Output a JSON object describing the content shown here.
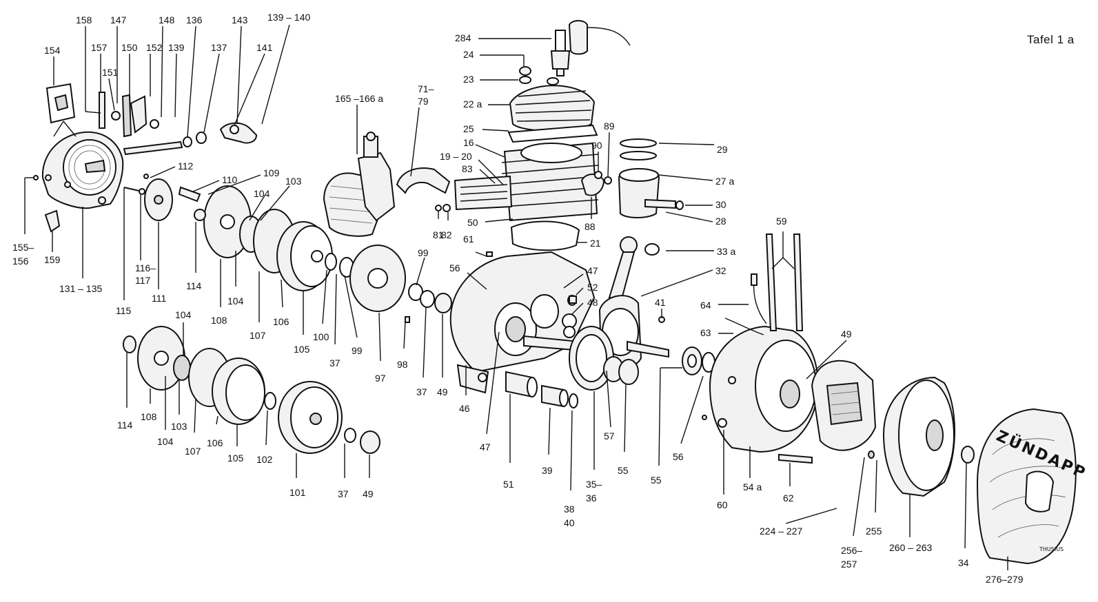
{
  "plate_title": "Tafel 1 a",
  "brand_mark": "ZÜNDAPP",
  "signature": "THUSIUS",
  "labels": [
    "154",
    "158",
    "157",
    "147",
    "151",
    "150",
    "152",
    "148",
    "139",
    "136",
    "143",
    "137",
    "141",
    "139 – 140",
    "112",
    "110",
    "109",
    "104",
    "103",
    "115",
    "116–\n117",
    "111",
    "114",
    "108",
    "104",
    "107",
    "106",
    "105",
    "100",
    "37",
    "99",
    "97",
    "98",
    "99",
    "37",
    "49",
    "155–\n156",
    "159",
    "131 – 135",
    "165 –166 a",
    "71–\n79",
    "284",
    "24",
    "23",
    "22 a",
    "25",
    "16",
    "19 – 20",
    "83",
    "89",
    "90",
    "29",
    "27 a",
    "30",
    "28",
    "88",
    "81",
    "82",
    "50",
    "21",
    "61",
    "33 a",
    "56",
    "47",
    "32",
    "52",
    "48",
    "41",
    "59",
    "64",
    "63",
    "49",
    "114",
    "104",
    "108",
    "103",
    "104",
    "107",
    "106",
    "105",
    "102",
    "101",
    "37",
    "49",
    "46",
    "47",
    "51",
    "39",
    "38\n40",
    "35–\n36",
    "57",
    "55",
    "55",
    "56",
    "60",
    "54 a",
    "62",
    "224  – 227",
    "256–\n257",
    "255",
    "260 – 263",
    "34",
    "276–279"
  ]
}
